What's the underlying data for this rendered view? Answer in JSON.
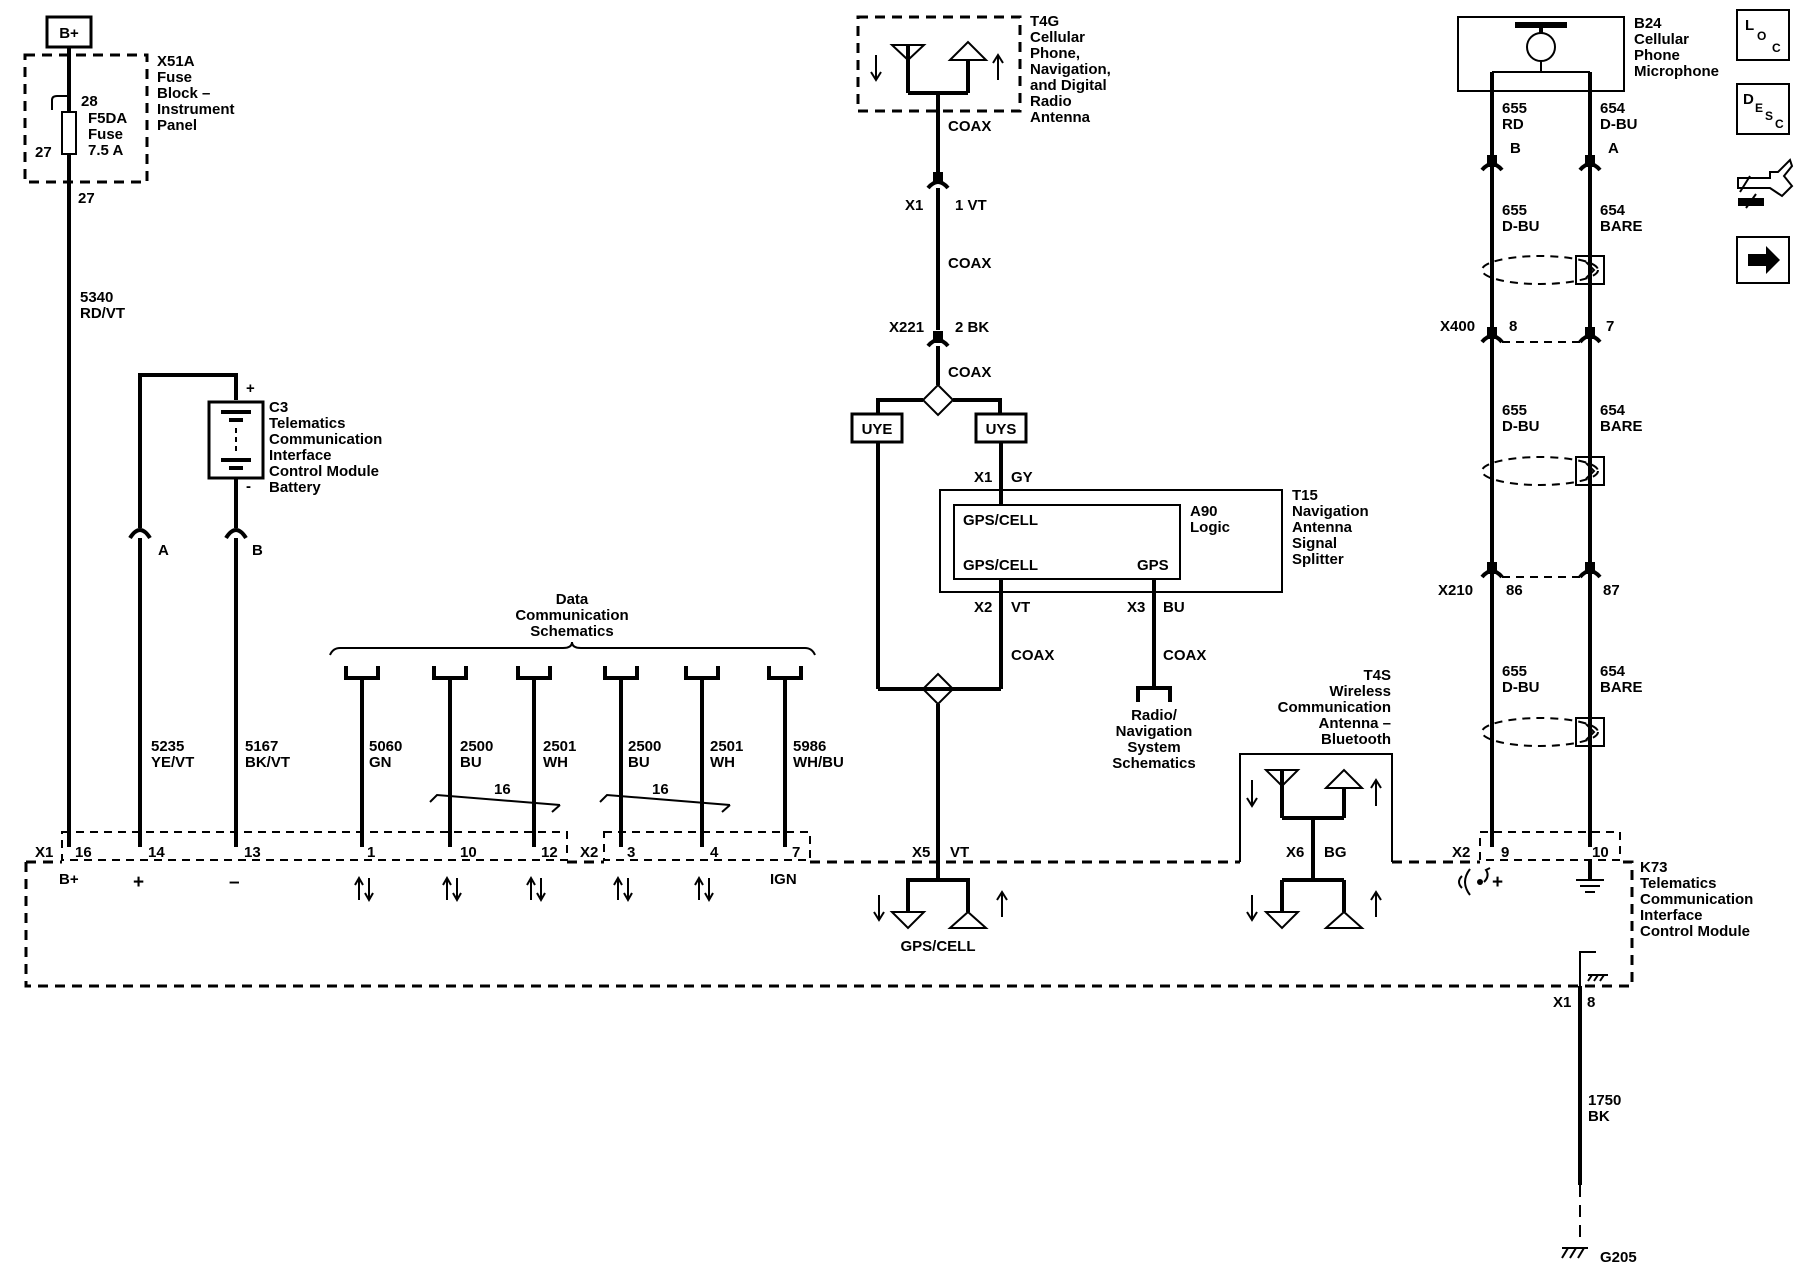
{
  "power": {
    "battery_label": "B+"
  },
  "fuse_block": {
    "ref": "X51A",
    "name_lines": [
      "Fuse",
      "Block –",
      "Instrument",
      "Panel"
    ],
    "pin_top": "28",
    "pin_left": "27",
    "pin_bottom": "27",
    "fuse_lines": [
      "F5DA",
      "Fuse",
      "7.5 A"
    ]
  },
  "wire_5340": [
    "5340",
    "RD/VT"
  ],
  "battery_module": {
    "ref": "C3",
    "name_lines": [
      "Telematics",
      "Communication",
      "Interface",
      "Control Module",
      "Battery"
    ],
    "plus": "+",
    "minus": "-",
    "pin_a": "A",
    "pin_b": "B"
  },
  "wire_5235": [
    "5235",
    "YE/VT"
  ],
  "wire_5167": [
    "5167",
    "BK/VT"
  ],
  "data_comm": {
    "label_lines": [
      "Data",
      "Communication",
      "Schematics"
    ],
    "wires": [
      {
        "num": "5060",
        "color": "GN"
      },
      {
        "num": "2500",
        "color": "BU"
      },
      {
        "num": "2501",
        "color": "WH"
      },
      {
        "num": "2500",
        "color": "BU"
      },
      {
        "num": "2501",
        "color": "WH"
      },
      {
        "num": "5986",
        "color": "WH/BU"
      }
    ],
    "twist_1": "16",
    "twist_2": "16"
  },
  "connector_x1": {
    "ref": "X1",
    "pins": [
      "16",
      "14",
      "13",
      "1",
      "10",
      "12"
    ],
    "signals": [
      "B+",
      "+",
      "–"
    ]
  },
  "connector_x2": {
    "ref": "X2",
    "pins": [
      "3",
      "4",
      "7"
    ],
    "signal_ign": "IGN"
  },
  "antenna_t4g": {
    "ref": "T4G",
    "name_lines": [
      "Cellular",
      "Phone,",
      "Navigation,",
      "and Digital",
      "Radio",
      "Antenna"
    ],
    "coax_1": "COAX",
    "x1_ref": "X1",
    "x1_pin": "1 VT",
    "coax_2": "COAX",
    "x221_ref": "X221",
    "x221_pin": "2 BK",
    "coax_3": "COAX"
  },
  "splice": {
    "uye": "UYE",
    "uys": "UYS"
  },
  "splitter": {
    "x1_ref": "X1",
    "x1_color": "GY",
    "ref": "T15",
    "name_lines": [
      "Navigation",
      "Antenna",
      "Signal",
      "Splitter"
    ],
    "logic_ref": "A90",
    "logic_name": "Logic",
    "gps_cell_top": "GPS/CELL",
    "gps_cell_bottom": "GPS/CELL",
    "gps": "GPS",
    "x2_ref": "X2",
    "x2_color": "VT",
    "x3_ref": "X3",
    "x3_color": "BU",
    "coax_left": "COAX",
    "coax_right": "COAX"
  },
  "radio_nav": {
    "label_lines": [
      "Radio/",
      "Navigation",
      "System",
      "Schematics"
    ]
  },
  "gps_port": {
    "ref": "X5",
    "color": "VT",
    "label": "GPS/CELL"
  },
  "bluetooth": {
    "ref": "T4S",
    "name_lines": [
      "Wireless",
      "Communication",
      "Antenna –",
      "Bluetooth"
    ],
    "x6_ref": "X6",
    "x6_color": "BG"
  },
  "microphone": {
    "ref": "B24",
    "name_lines": [
      "Cellular",
      "Phone",
      "Microphone"
    ],
    "wire_a": {
      "num": "655",
      "color": "RD",
      "pin": "B"
    },
    "wire_b": {
      "num": "654",
      "color": "D-BU",
      "pin": "A"
    },
    "seg_1": {
      "a_num": "655",
      "a_color": "D-BU",
      "b_num": "654",
      "b_color": "BARE"
    },
    "x400": {
      "ref": "X400",
      "pin_a": "8",
      "pin_b": "7"
    },
    "seg_2": {
      "a_num": "655",
      "a_color": "D-BU",
      "b_num": "654",
      "b_color": "BARE"
    },
    "x210": {
      "ref": "X210",
      "pin_a": "86",
      "pin_b": "87"
    },
    "seg_3": {
      "a_num": "655",
      "a_color": "D-BU",
      "b_num": "654",
      "b_color": "BARE"
    },
    "x2_ref": "X2",
    "x2_pin_a": "9",
    "x2_pin_b": "10",
    "plus": "+"
  },
  "module": {
    "ref": "K73",
    "name_lines": [
      "Telematics",
      "Communication",
      "Interface",
      "Control Module"
    ]
  },
  "ground": {
    "x1_ref": "X1",
    "x1_pin": "8",
    "wire": [
      "1750",
      "BK"
    ],
    "ref": "G205"
  },
  "side_buttons": {
    "loc": [
      "L",
      "O",
      "C"
    ],
    "desc": [
      "D",
      "E",
      "S",
      "C"
    ]
  }
}
